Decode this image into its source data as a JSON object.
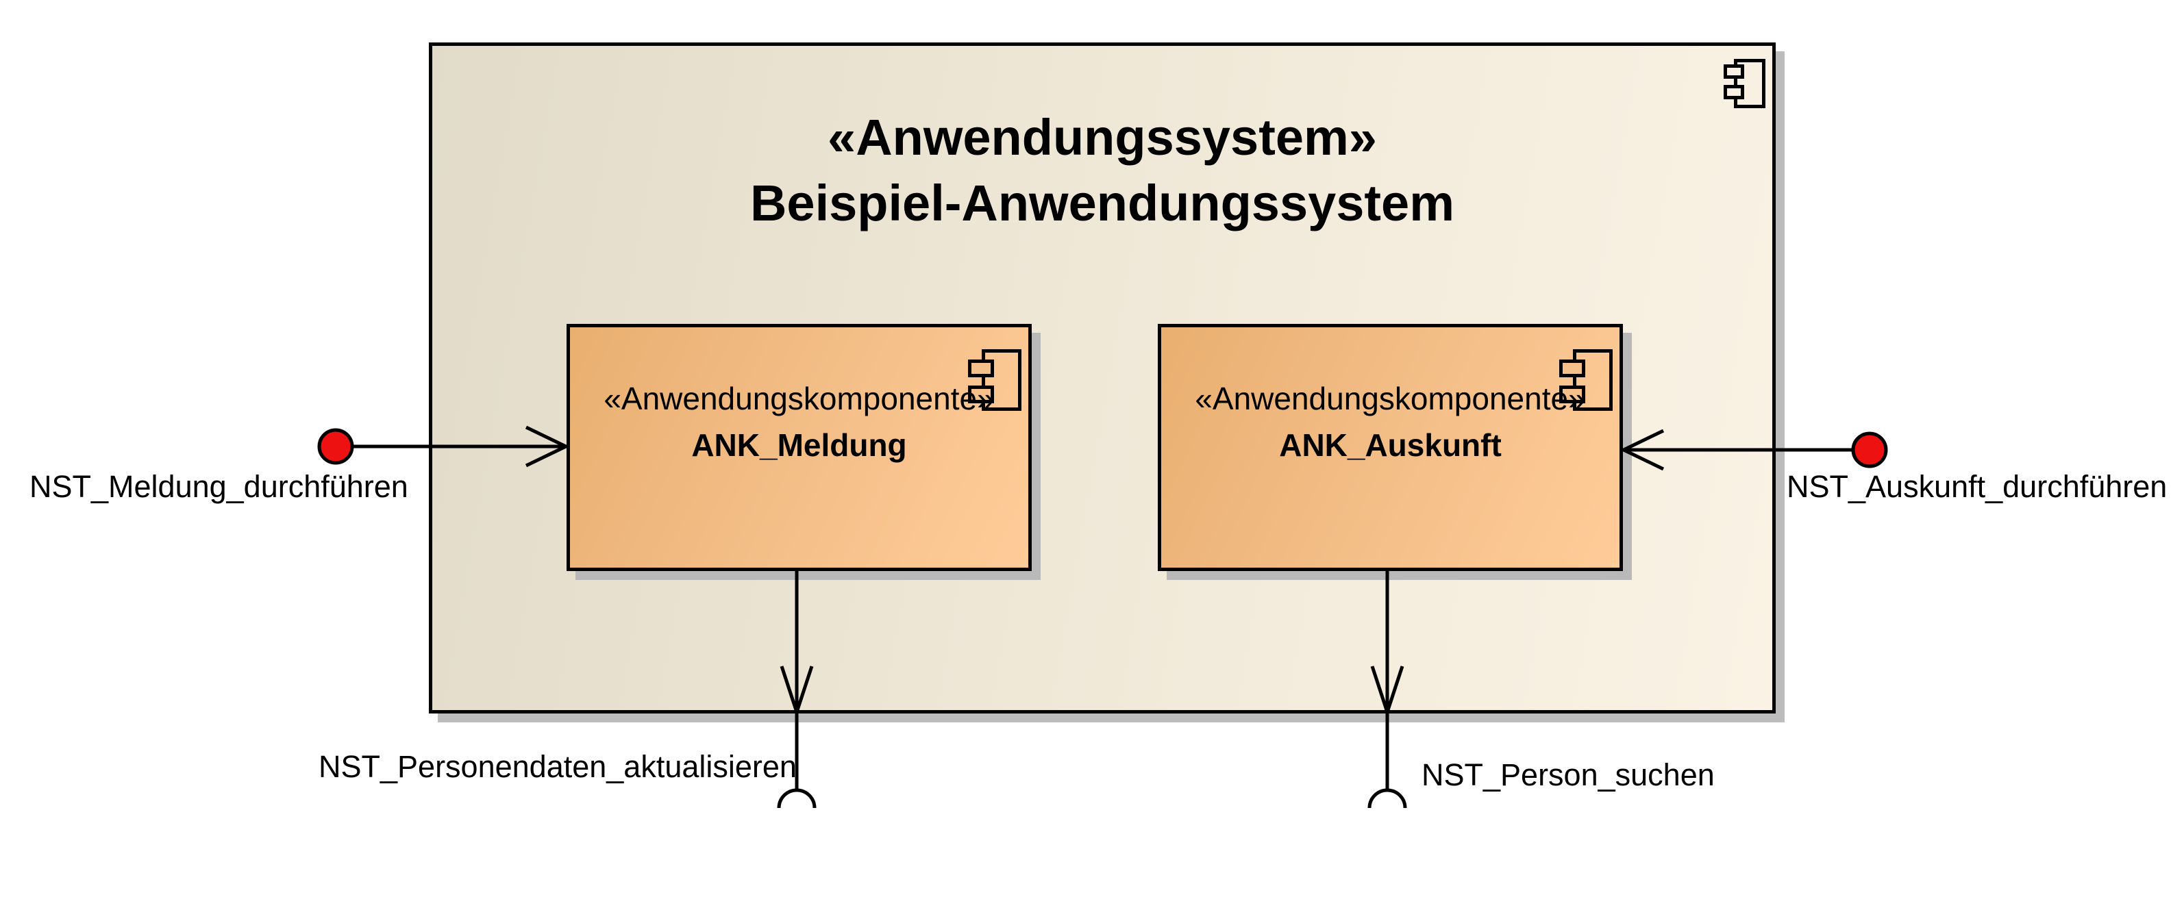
{
  "diagram": {
    "type": "uml-component-diagram",
    "system": {
      "stereotype": "«Anwendungssystem»",
      "name": "Beispiel-Anwendungssystem",
      "icon": "component-icon"
    },
    "components": [
      {
        "stereotype": "«Anwendungskomponente»",
        "name": "ANK_Meldung",
        "icon": "component-icon"
      },
      {
        "stereotype": "«Anwendungskomponente»",
        "name": "ANK_Auskunft",
        "icon": "component-icon"
      }
    ],
    "interfaces": {
      "left": {
        "label": "NST_Meldung_durchführen",
        "kind": "ball-with-open-arrow-into-ANK_Meldung"
      },
      "right": {
        "label": "NST_Auskunft_durchführen",
        "kind": "ball-with-open-arrow-into-ANK_Auskunft"
      },
      "bottom_left": {
        "label": "NST_Personendaten_aktualisieren",
        "kind": "open-arrow-down-to-socket"
      },
      "bottom_right": {
        "label": "NST_Person_suchen",
        "kind": "open-arrow-down-to-socket"
      }
    },
    "colors": {
      "interface_ball_red": "#ee1111",
      "line_black": "#000000",
      "system_fill_start": "#e2dbc9",
      "system_fill_end": "#faf2e4",
      "component_fill_start": "#e9af70",
      "component_fill_end": "#ffcc99",
      "shadow_gray": "#bcbcbc",
      "background": "#ffffff"
    }
  }
}
